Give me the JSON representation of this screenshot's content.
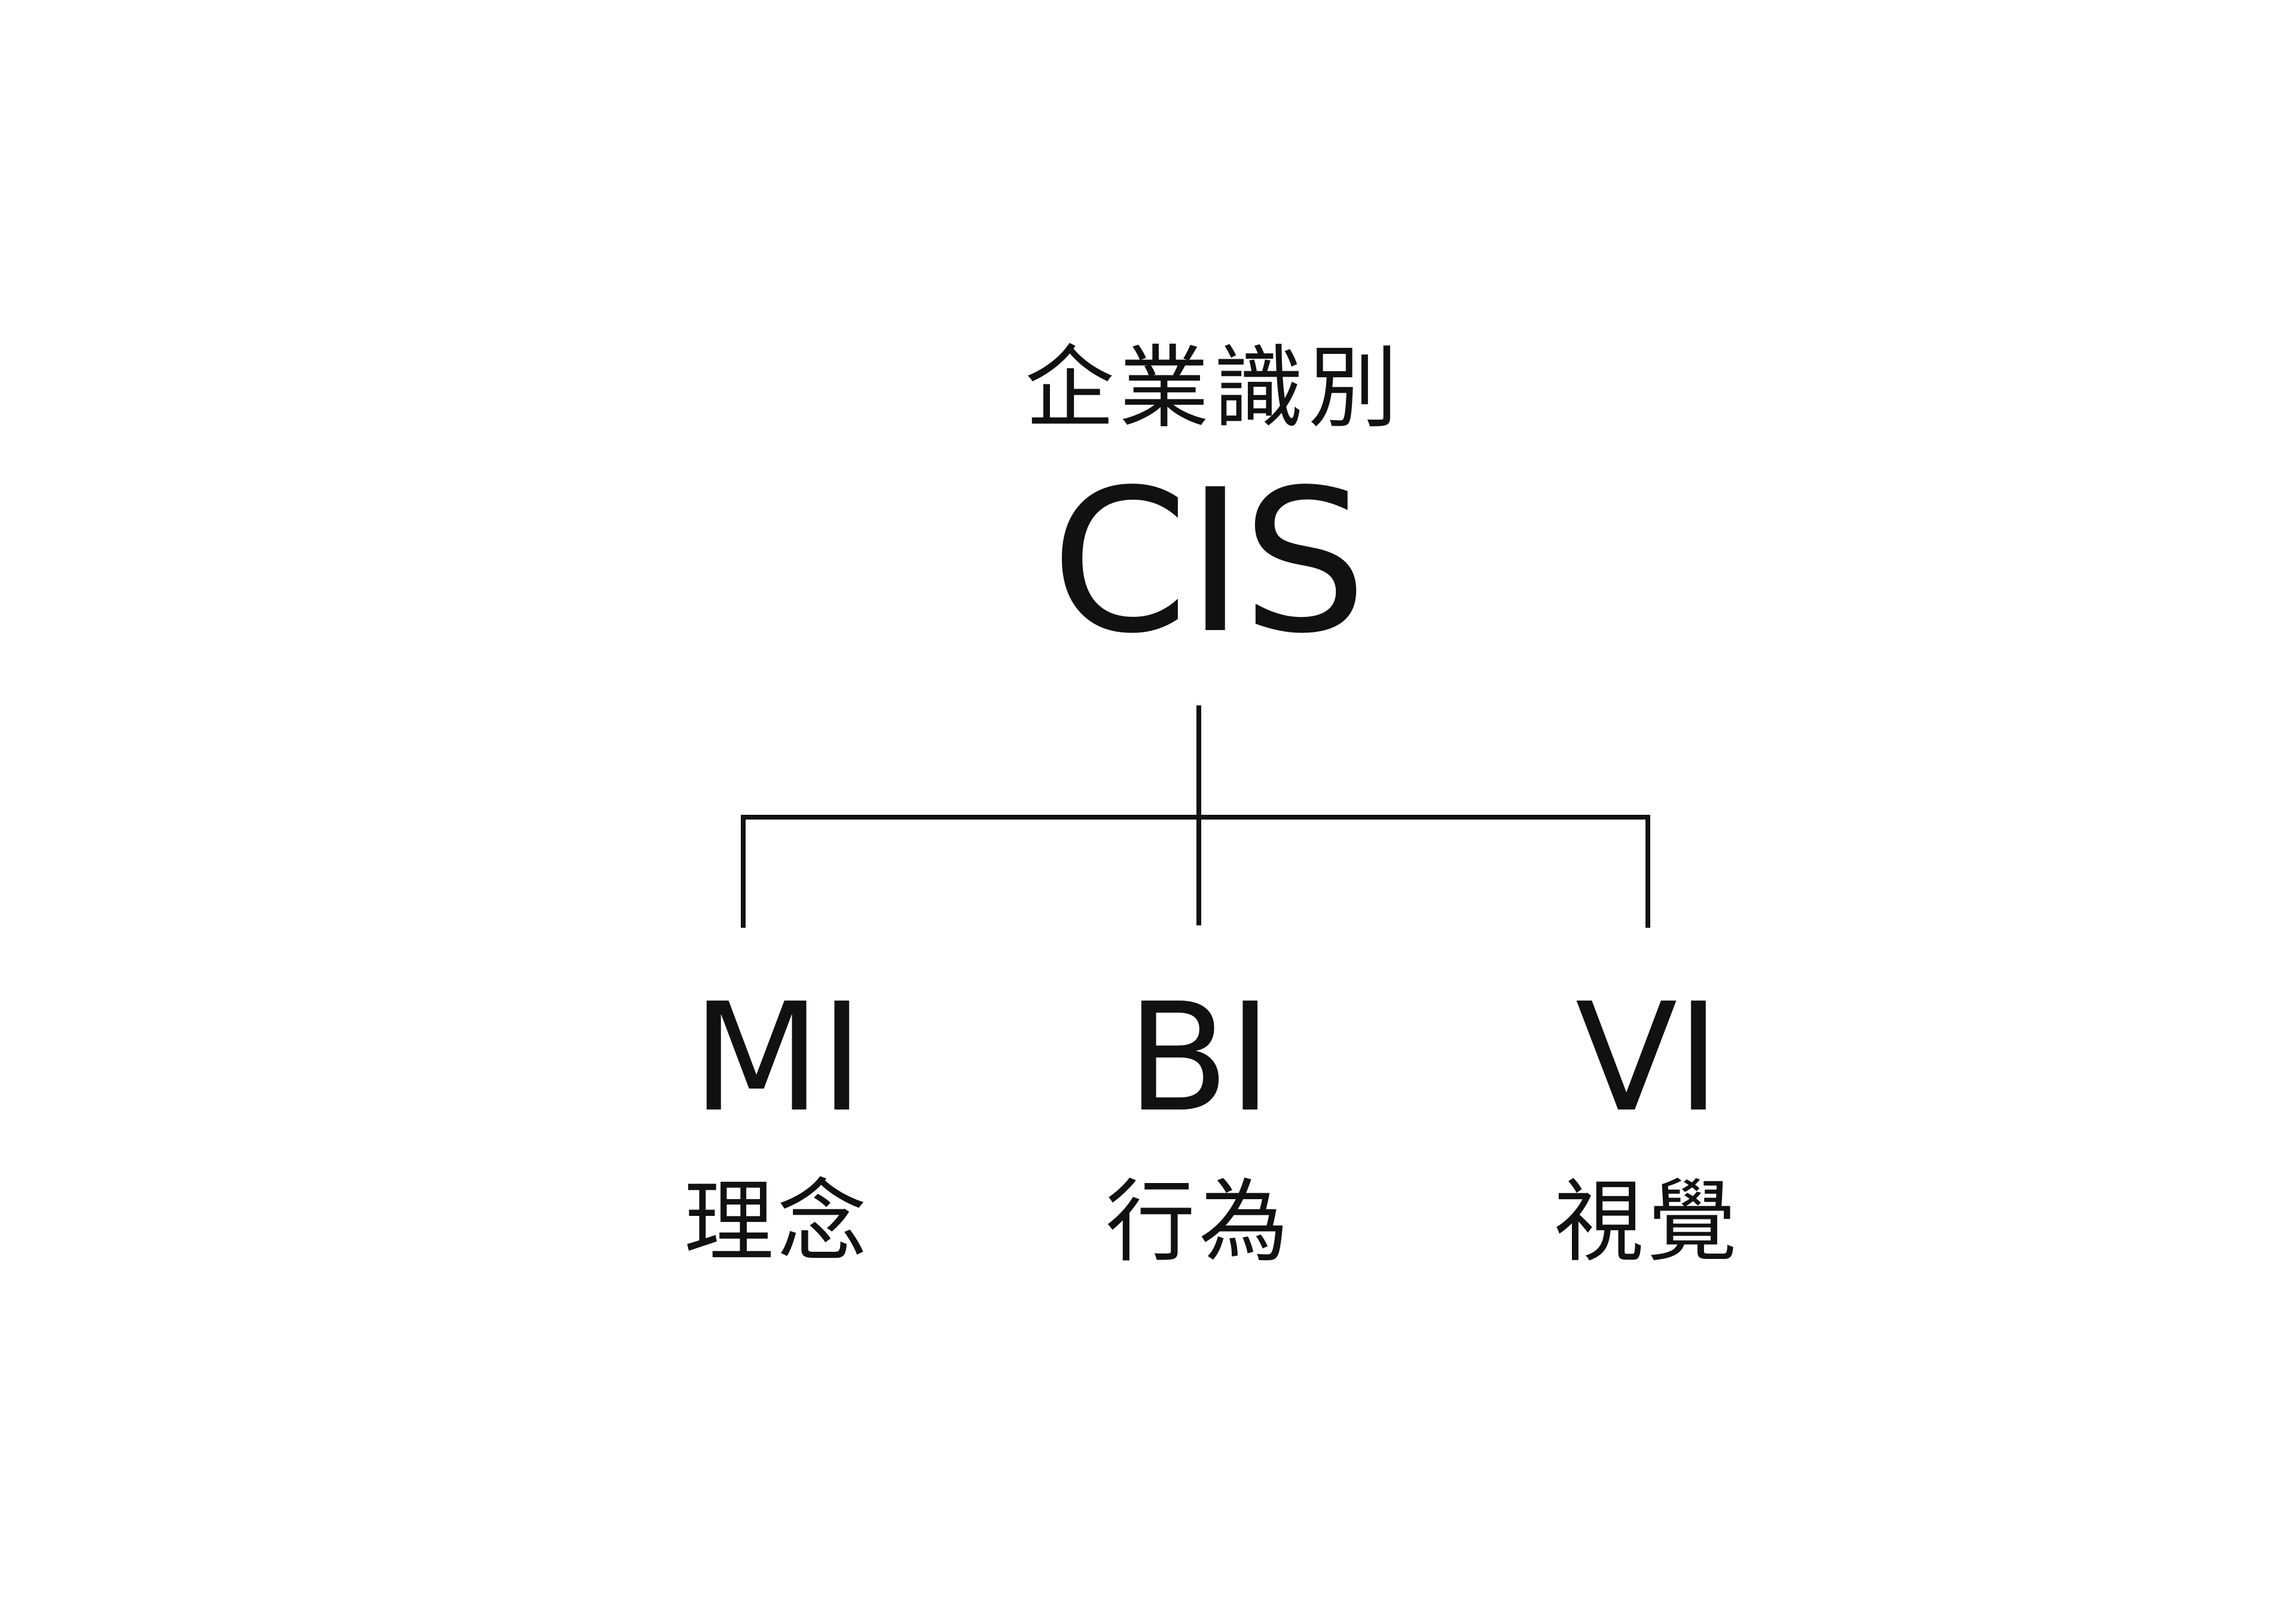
{
  "root": {
    "title_zh": "企業識別",
    "title_en": "CIS"
  },
  "children": [
    {
      "code": "MI",
      "label": "理念"
    },
    {
      "code": "BI",
      "label": "行為"
    },
    {
      "code": "VI",
      "label": "視覺"
    }
  ],
  "colors": {
    "line": "#111111",
    "text": "#111111",
    "background": "#ffffff"
  }
}
